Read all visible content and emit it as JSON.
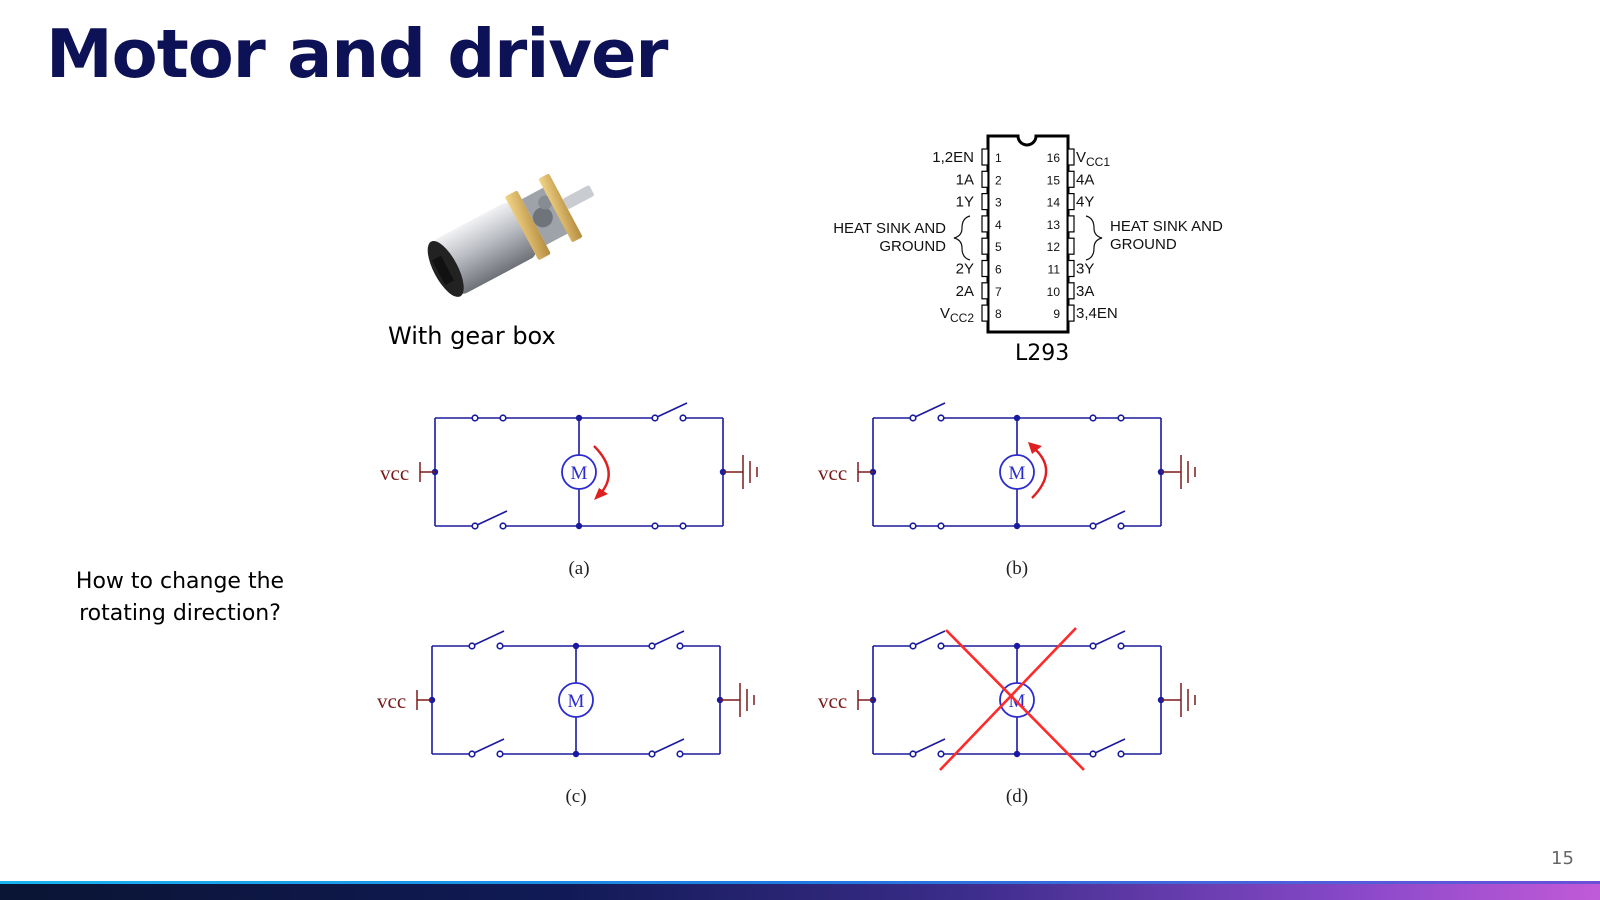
{
  "slide": {
    "title": "Motor and driver",
    "page_number": "15",
    "question": "How to change the rotating direction?"
  },
  "motor_figure": {
    "caption": "With gear box"
  },
  "chip": {
    "name": "L293",
    "left_pins": [
      {
        "num": "1",
        "label": "1,2EN"
      },
      {
        "num": "2",
        "label": "1A"
      },
      {
        "num": "3",
        "label": "1Y"
      },
      {
        "num": "4",
        "label": ""
      },
      {
        "num": "5",
        "label": ""
      },
      {
        "num": "6",
        "label": "2Y"
      },
      {
        "num": "7",
        "label": "2A"
      },
      {
        "num": "8",
        "label": "V",
        "sub": "CC2"
      }
    ],
    "right_pins": [
      {
        "num": "16",
        "label": "V",
        "sub": "CC1"
      },
      {
        "num": "15",
        "label": "4A"
      },
      {
        "num": "14",
        "label": "4Y"
      },
      {
        "num": "13",
        "label": ""
      },
      {
        "num": "12",
        "label": ""
      },
      {
        "num": "11",
        "label": "3Y"
      },
      {
        "num": "10",
        "label": "3A"
      },
      {
        "num": "9",
        "label": "3,4EN"
      }
    ],
    "heat_sink_left": [
      "HEAT SINK AND",
      "GROUND"
    ],
    "heat_sink_right": [
      "HEAT SINK AND",
      "GROUND"
    ]
  },
  "circuits": [
    {
      "caption": "(a)",
      "supply": "VCC",
      "motor": "M",
      "rotation": "clockwise",
      "crossed": false
    },
    {
      "caption": "(b)",
      "supply": "VCC",
      "motor": "M",
      "rotation": "counterclockwise",
      "crossed": false
    },
    {
      "caption": "(c)",
      "supply": "VCC",
      "motor": "M",
      "rotation": "none",
      "crossed": false
    },
    {
      "caption": "(d)",
      "supply": "VCC",
      "motor": "M",
      "rotation": "none",
      "crossed": true
    }
  ],
  "colors": {
    "title": "#0d1155",
    "wire": "#1a1aa0",
    "node": "#1a1aa0",
    "motor": "#2a2ad0",
    "supply_label": "#7a1a1a",
    "arrow": "#e02020",
    "cross": "#ff2a2a"
  }
}
